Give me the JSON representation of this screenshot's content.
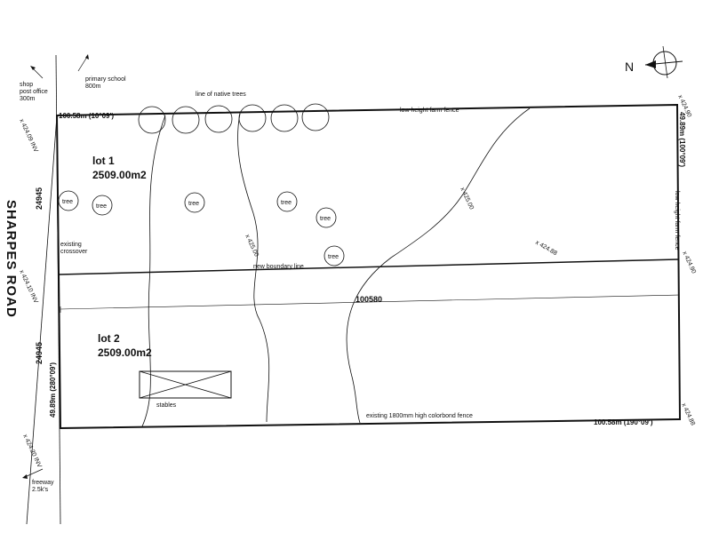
{
  "road": {
    "name": "SHARPES ROAD"
  },
  "amenities": {
    "shop": [
      "shop",
      "post office",
      "300m"
    ],
    "school": [
      "primary school",
      "800m"
    ],
    "freeway": [
      "freeway",
      "2.5k's"
    ]
  },
  "compass": {
    "label": "N"
  },
  "trees": {
    "line_label": "line of native trees",
    "tree_label": "tree"
  },
  "fences": {
    "top": "low height farm fence",
    "right": "low height farm fence",
    "bottom": "existing 1800mm high colorbond fence"
  },
  "boundaries": {
    "top": "100.58m (10°09')",
    "bottom": "100.58m (190°09')",
    "right": "49.89m (100°09')",
    "left": "49.89m (280°09')",
    "new_boundary": "new boundary line",
    "width_dim": "100580",
    "depth_dim_lot1": "24945",
    "depth_dim_lot2": "24945"
  },
  "lots": [
    {
      "name": "lot 1",
      "area": "2509.00m2"
    },
    {
      "name": "lot 2",
      "area": "2509.00m2"
    }
  ],
  "features": {
    "crossover": [
      "existing",
      "crossover"
    ],
    "stables": "stables"
  },
  "levels": {
    "tl": "x 424.09 INV",
    "ml": "x 424.10 INV",
    "bl": "x 424.20 INV",
    "tr": "x 424.90",
    "mr": "x 424.90",
    "br": "x 424.88",
    "mid": "x 424.88",
    "contour_a": "x 425.00",
    "contour_b": "x 425.00"
  }
}
